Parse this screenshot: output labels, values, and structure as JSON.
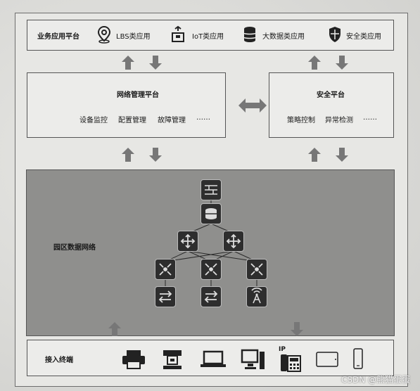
{
  "business_layer": {
    "title": "业务应用平台",
    "apps": [
      {
        "label": "LBS类应用",
        "icon": "location-pin-icon"
      },
      {
        "label": "IoT类应用",
        "icon": "iot-box-icon"
      },
      {
        "label": "大数据类应用",
        "icon": "database-icon"
      },
      {
        "label": "安全类应用",
        "icon": "shield-icon"
      }
    ]
  },
  "network_mgmt": {
    "title": "网络管理平台",
    "items": [
      "设备监控",
      "配置管理",
      "故障管理",
      "……"
    ]
  },
  "security_platform": {
    "title": "安全平台",
    "items": [
      "策略控制",
      "异常检测",
      "……"
    ]
  },
  "campus_network": {
    "title": "园区数据网络",
    "devices": [
      "firewall-icon",
      "server-icon",
      "core-switch-icon",
      "core-switch-icon",
      "aggregation-switch-icon",
      "aggregation-switch-icon",
      "aggregation-switch-icon",
      "access-switch-icon",
      "access-switch-icon",
      "wireless-ap-icon"
    ]
  },
  "access_terminals": {
    "title": "接入终端",
    "devices": [
      "printer-icon",
      "camera-icon",
      "laptop-icon",
      "desktop-icon",
      "ip-phone-icon",
      "tablet-icon",
      "mobile-phone-icon"
    ],
    "phone_label": "IP"
  },
  "watermark": "CSDN @熊猫蛋蛋"
}
